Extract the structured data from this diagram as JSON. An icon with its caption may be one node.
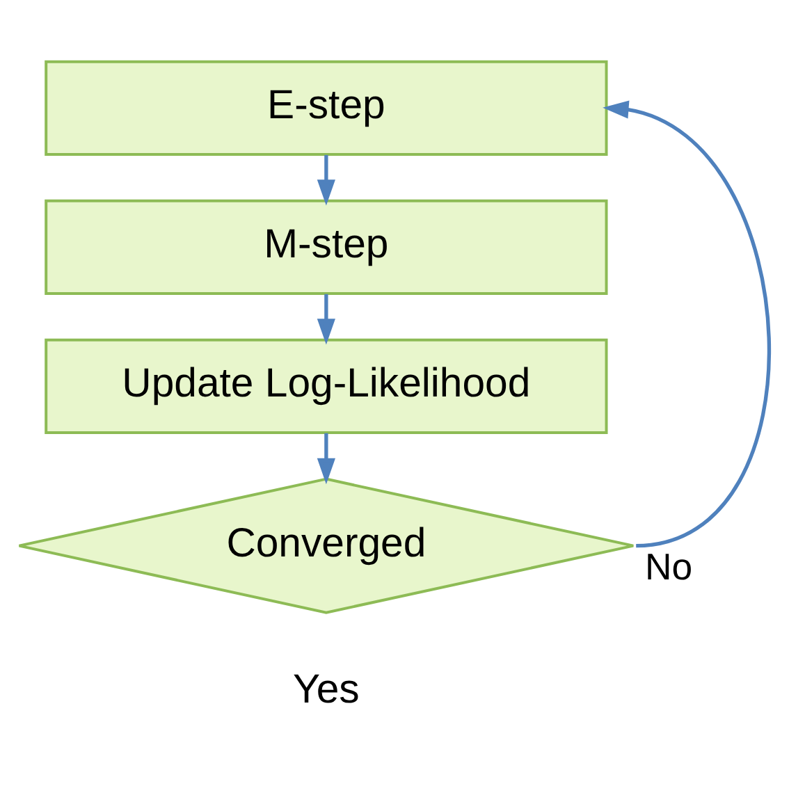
{
  "diagram": {
    "nodes": [
      {
        "text": [
          "E-step"
        ]
      },
      {
        "text": [
          "M-step"
        ]
      },
      {
        "text": [
          "Update Log-Likelihood"
        ]
      },
      {
        "text": [
          "Converged"
        ]
      }
    ],
    "edges": [
      {
        "from": 0,
        "to": 1,
        "arrow": "to"
      },
      {
        "from": 1,
        "to": 2,
        "arrow": "to"
      },
      {
        "from": 2,
        "to": 3,
        "arrow": "to"
      },
      {
        "from": 3,
        "to": 0,
        "arrow": "to",
        "label": "No"
      }
    ],
    "labels": [
      "Yes"
    ]
  }
}
